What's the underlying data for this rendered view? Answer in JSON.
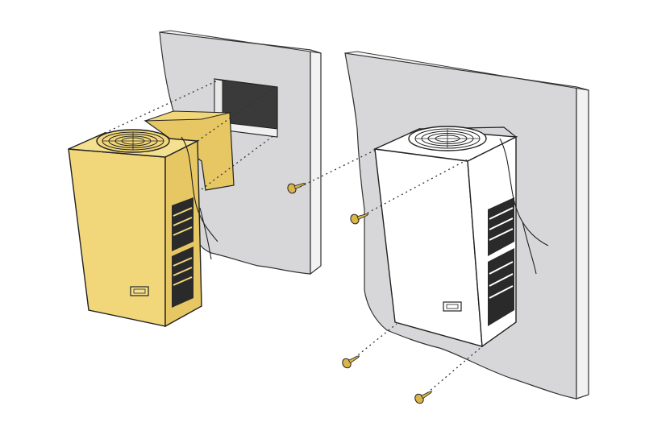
{
  "illustration": {
    "colors": {
      "wall": "#d7d7d9",
      "wall_edge": "#f2f2f2",
      "opening": "#3a3a3a",
      "unit_yellow": "#f2d77a",
      "unit_yellow_shade": "#e6c763",
      "unit_outline": "#222222",
      "unit_white": "#ffffff",
      "vent": "#2a2a2a",
      "screw": "#d9b54a",
      "guide_line": "#333333"
    },
    "icons": [
      "wall-panel-left",
      "wall-panel-right",
      "wall-opening",
      "condensing-unit-yellow",
      "condensing-unit-white",
      "fan-guard",
      "mounting-screw",
      "alignment-guide-line"
    ],
    "screw_count": 4,
    "units": 2
  }
}
